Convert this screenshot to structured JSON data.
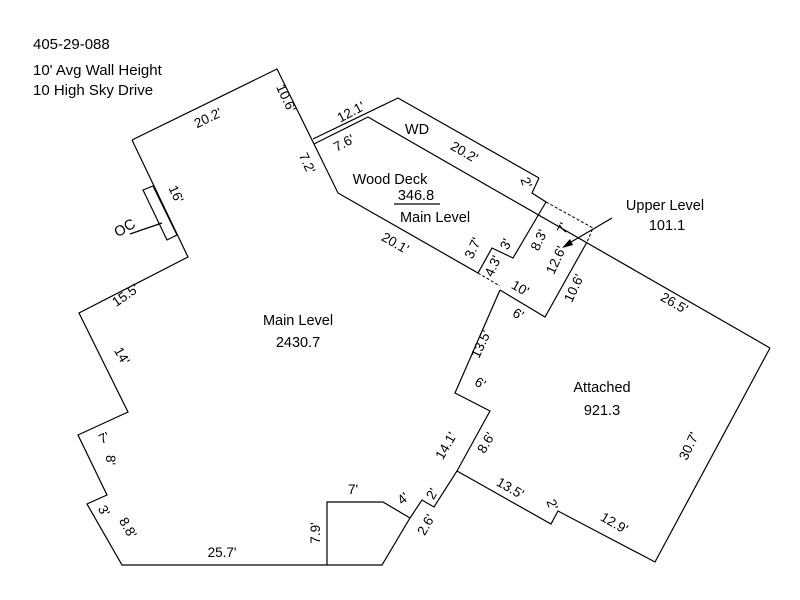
{
  "header": {
    "parcel": "405-29-088",
    "wall_height": "10' Avg Wall Height",
    "address": "10 High Sky Drive"
  },
  "areas": {
    "main_level": {
      "name": "Main Level",
      "value": "2430.7"
    },
    "wood_deck": {
      "name": "Wood Deck",
      "value": "346.8",
      "sublabel": "Main Level",
      "abbr": "WD"
    },
    "upper_level": {
      "name": "Upper Level",
      "value": "101.1"
    },
    "attached": {
      "name": "Attached",
      "value": "921.3"
    },
    "oc": "OC"
  },
  "dims": [
    "20.2'",
    "10.6'",
    "7.2'",
    "12.1'",
    "7.6'",
    "20.2'",
    "2'",
    "20.1'",
    "3.7'",
    "3'",
    "8.3'",
    "7'",
    "12.6'",
    "10.6'",
    "4.3'",
    "10'",
    "6'",
    "26.5'",
    "13.5'",
    "6'",
    "30.7'",
    "14.1'",
    "8.6'",
    "13.5'",
    "2'",
    "12.9'",
    "7'",
    "4'",
    "2'",
    "2.6'",
    "7.9'",
    "25.7'",
    "8.8'",
    "3'",
    "8'",
    "7'",
    "14'",
    "15.5'",
    "16'"
  ]
}
